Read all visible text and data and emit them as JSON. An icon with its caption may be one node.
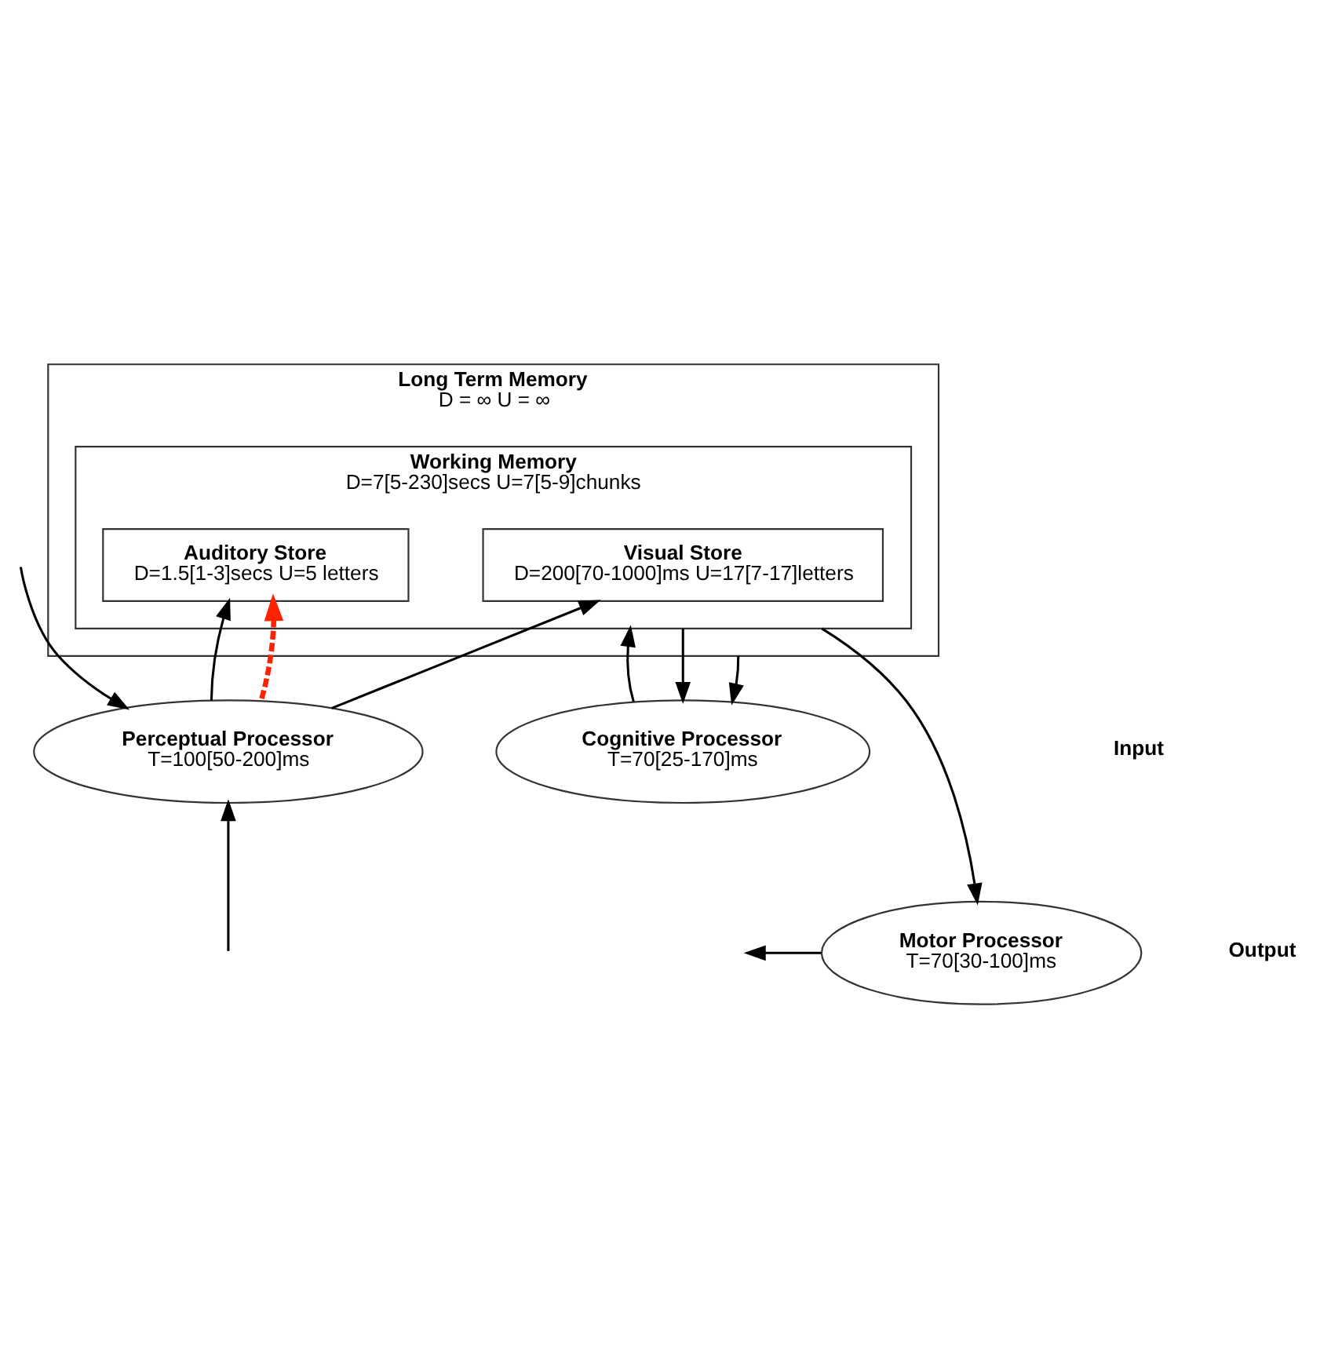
{
  "diagram": {
    "nodes": [
      {
        "text": [
          "Long Term Memory",
          "D = ∞ U = ∞"
        ]
      },
      {
        "text": [
          "Working Memory",
          "D=7[5-230]secs U=7[5-9]chunks"
        ],
        "in": 0
      },
      {
        "text": [
          "Visual Store",
          "D=200[70-1000]ms U=17[7-17]letters"
        ],
        "in": 1
      },
      {
        "text": [
          "Auditory Store",
          "D=1.5[1-3]secs U=5 letters"
        ],
        "in": 1
      },
      {
        "text": [
          "Perceptual Processor",
          "T=100[50-200]ms"
        ]
      },
      {
        "text": [
          "Cognitive Processor",
          "T=70[25-170]ms"
        ]
      },
      {
        "text": [
          "Motor Processor",
          "T=70[30-100]ms"
        ]
      }
    ],
    "edges": [
      {
        "from": null,
        "to": 4,
        "arrow": "to"
      },
      {
        "from": null,
        "to": 4,
        "arrow": "to"
      },
      {
        "from": 4,
        "to": 2,
        "arrow": "to"
      },
      {
        "from": 4,
        "to": 3,
        "arrow": "to"
      },
      {
        "from": 4,
        "to": 3,
        "arrow": "to",
        "style": "dashed",
        "color": "#ff2200"
      },
      {
        "from": 5,
        "to": 1,
        "arrow": "to"
      },
      {
        "from": 1,
        "to": 5,
        "arrow": "to"
      },
      {
        "from": 0,
        "to": 5,
        "arrow": "to"
      },
      {
        "from": 1,
        "to": 6,
        "arrow": "to"
      },
      {
        "from": 6,
        "to": null,
        "arrow": "to"
      }
    ],
    "labels": [
      "Input",
      "Output"
    ]
  }
}
